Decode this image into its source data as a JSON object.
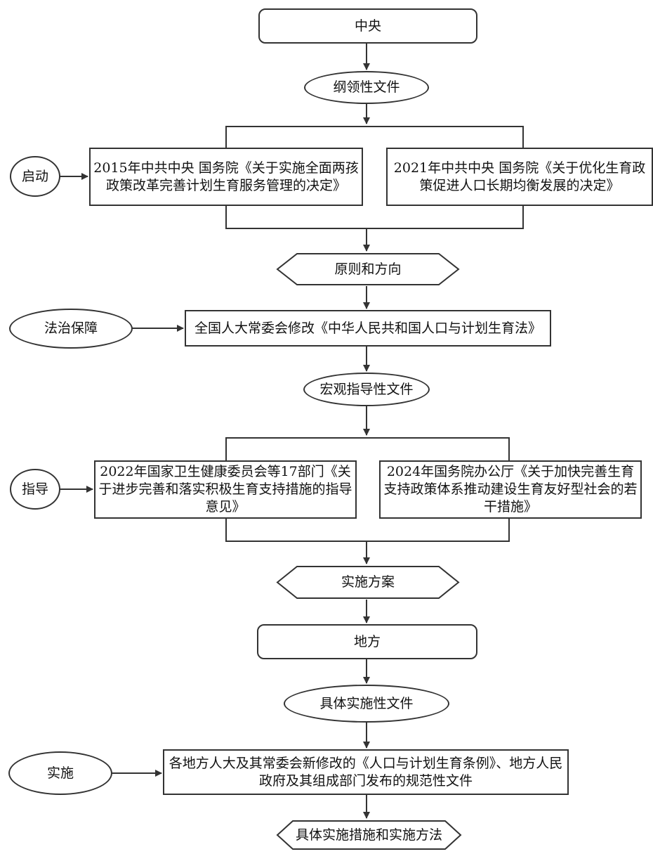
{
  "central": {
    "title": "中央",
    "guiding_docs_label": "纲领性文件",
    "doc_2015": "2015年中共中央  国务院《关于实施全面两孩政策改革完善计划生育服务管理的决定》",
    "doc_2021": "2021年中共中央  国务院《关于优化生育政策促进人口长期均衡发展的决定》",
    "principle_label": "原则和方向",
    "law_doc": "全国人大常委会修改《中华人民共和国人口与计划生育法》",
    "macro_label": "宏观指导性文件",
    "doc_2022": "2022年国家卫生健康委员会等17部门《关于进步完善和落实积极生育支持措施的指导意见》",
    "doc_2024": "2024年国务院办公厅《关于加快完善生育支持政策体系推动建设生育友好型社会的若干措施》",
    "plan_label": "实施方案"
  },
  "local": {
    "title": "地方",
    "specific_label": "具体实施性文件",
    "local_docs": "各地方人大及其常委会新修改的《人口与计划生育条例》、地方人民政府及其组成部门发布的规范性文件",
    "measures_label": "具体实施措施和实施方法"
  },
  "side_labels": {
    "start": "启动",
    "legal": "法治保障",
    "guide": "指导",
    "implement": "实施"
  }
}
